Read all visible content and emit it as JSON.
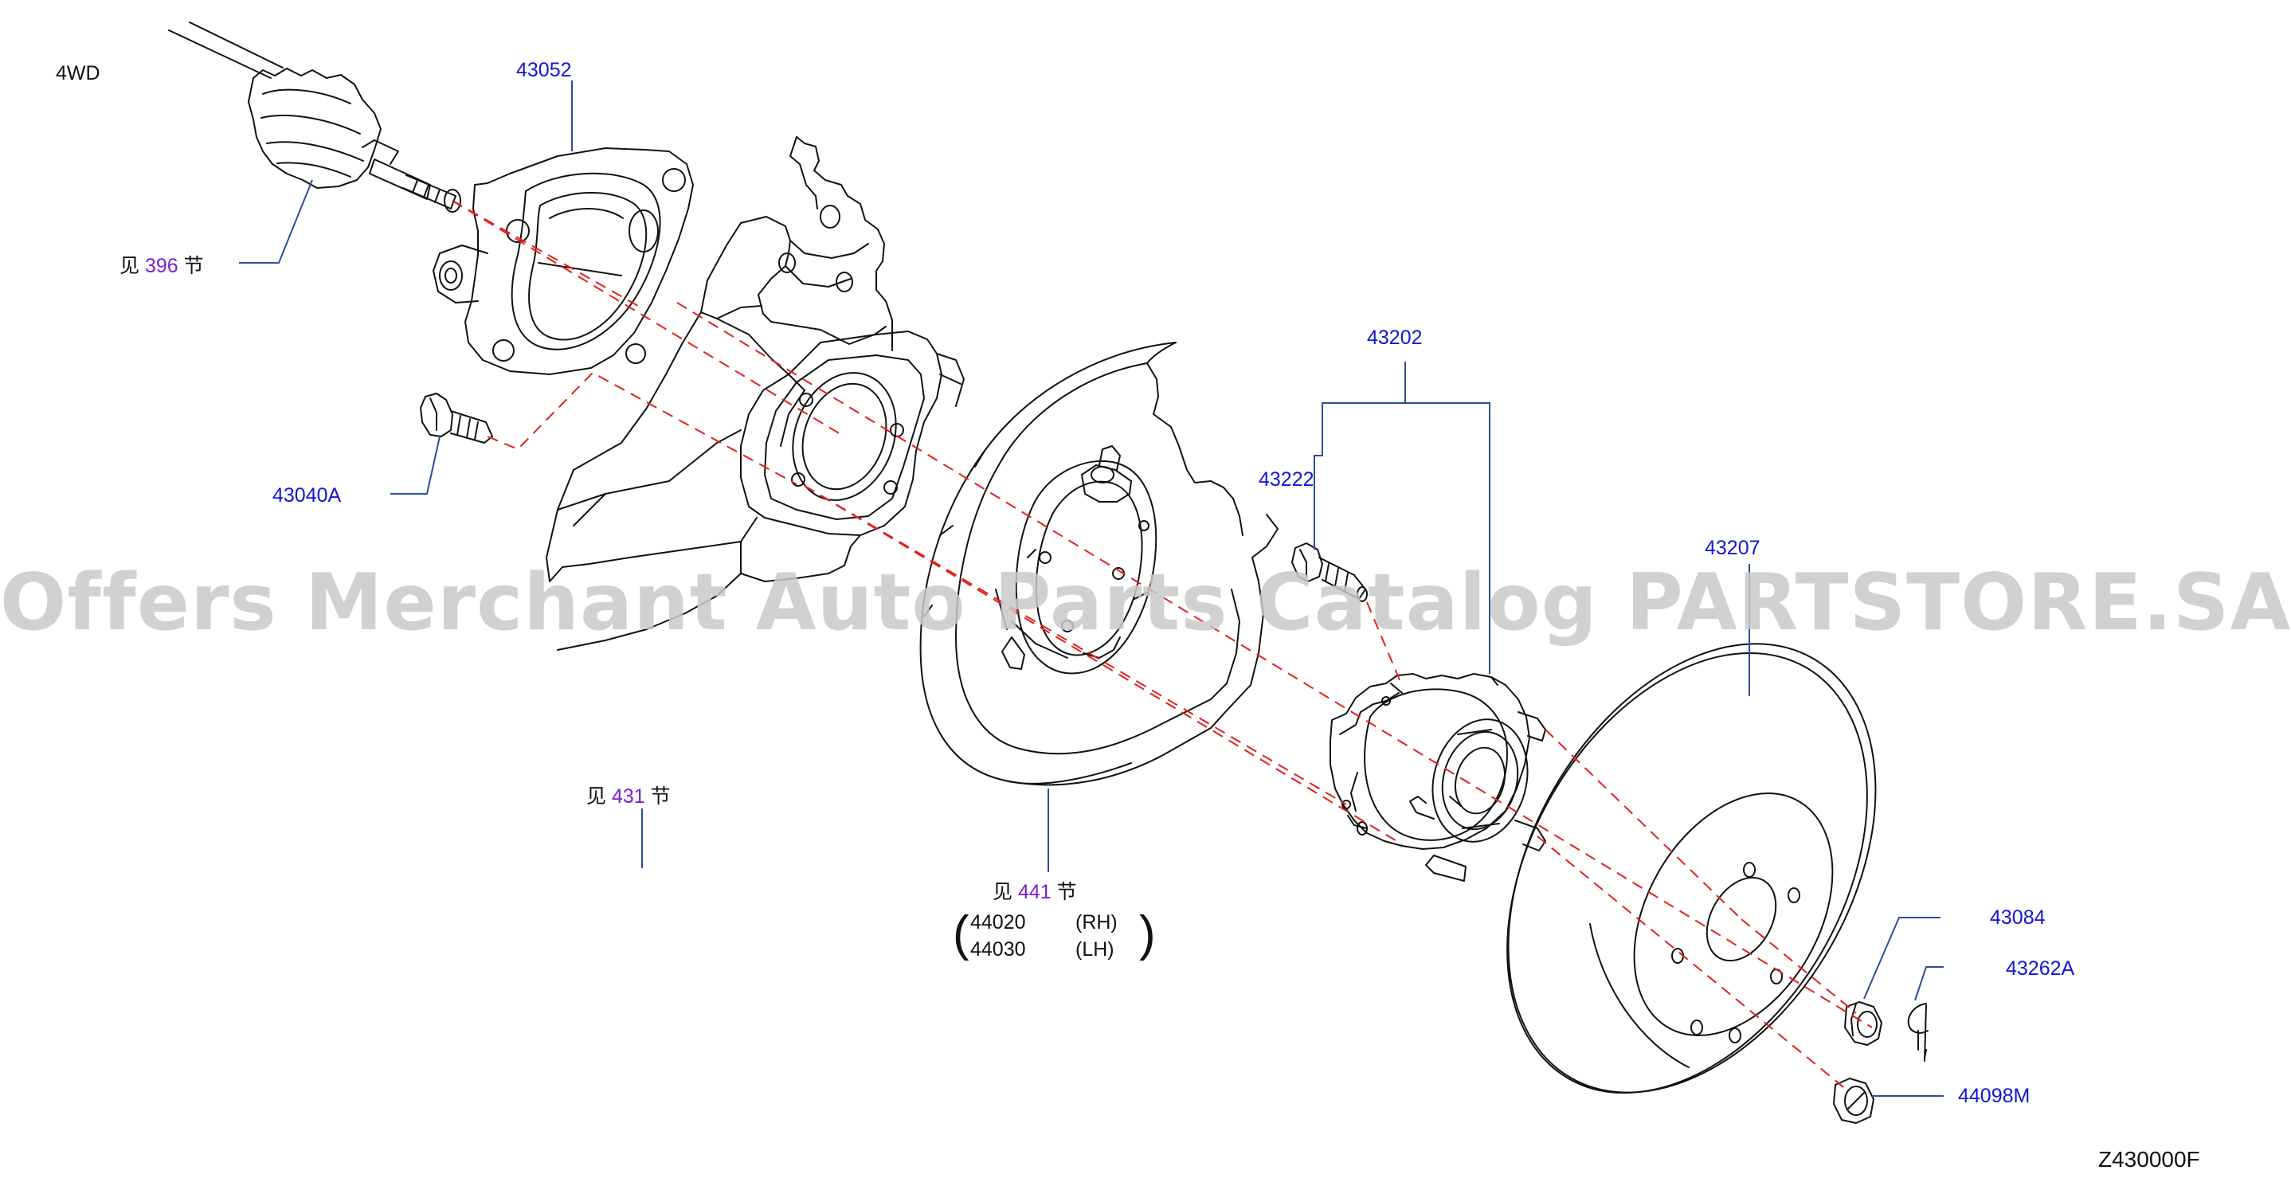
{
  "variant": "4WD",
  "diagram_code": "Z430000F",
  "watermark": "Offers Merchant Auto Parts Catalog PARTSTORE.SA",
  "ref_prefix": "见",
  "ref_suffix": "节",
  "references": {
    "axle": "396",
    "knuckle": "431",
    "backplate": "441"
  },
  "parts": {
    "p43052": "43052",
    "p43040A": "43040A",
    "p43202": "43202",
    "p43222": "43222",
    "p43207": "43207",
    "p43084": "43084",
    "p43262A": "43262A",
    "p44098M": "44098M"
  },
  "plates": [
    {
      "number": "44020",
      "side": "(RH)"
    },
    {
      "number": "44030",
      "side": "(LH)"
    }
  ],
  "colors": {
    "part_label": "#1414d6",
    "ref_number": "#7a1fd0",
    "line_art": "#111111",
    "leader": "#2a4f96",
    "center_line": "#e02020",
    "watermark": "#c9c9c9"
  }
}
